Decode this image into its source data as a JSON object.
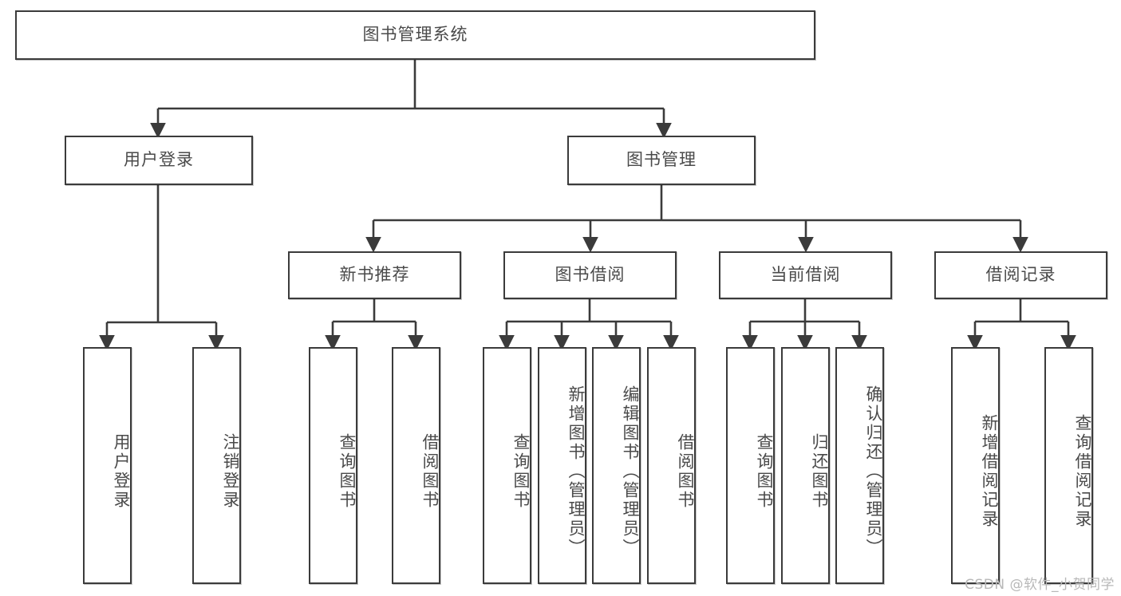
{
  "diagram": {
    "title": "图书管理系统",
    "type": "hierarchy-tree",
    "watermark": "CSDN @软件_小贺同学",
    "colors": {
      "box_border": "#3b3b3b",
      "box_fill": "#ffffff",
      "text": "#4a4a4a",
      "connector": "#3b3b3b",
      "watermark": "#b8b8b8"
    },
    "levels": [
      {
        "level": 1,
        "nodes": [
          {
            "id": "root",
            "label": "图书管理系统",
            "orientation": "horizontal"
          }
        ]
      },
      {
        "level": 2,
        "nodes": [
          {
            "id": "login",
            "label": "用户登录",
            "orientation": "horizontal",
            "parent": "root"
          },
          {
            "id": "bookmgmt",
            "label": "图书管理",
            "orientation": "horizontal",
            "parent": "root"
          }
        ]
      },
      {
        "level": 3,
        "nodes": [
          {
            "id": "newbook",
            "label": "新书推荐",
            "orientation": "horizontal",
            "parent": "bookmgmt"
          },
          {
            "id": "borrow",
            "label": "图书借阅",
            "orientation": "horizontal",
            "parent": "bookmgmt"
          },
          {
            "id": "current",
            "label": "当前借阅",
            "orientation": "horizontal",
            "parent": "bookmgmt"
          },
          {
            "id": "records",
            "label": "借阅记录",
            "orientation": "horizontal",
            "parent": "bookmgmt"
          }
        ]
      },
      {
        "level": 4,
        "nodes": [
          {
            "id": "leaf1",
            "label": "用户登录",
            "orientation": "vertical",
            "parent": "login"
          },
          {
            "id": "leaf2",
            "label": "注销登录",
            "orientation": "vertical",
            "parent": "login"
          },
          {
            "id": "leaf3",
            "label": "查询图书",
            "orientation": "vertical",
            "parent": "newbook"
          },
          {
            "id": "leaf4",
            "label": "借阅图书",
            "orientation": "vertical",
            "parent": "newbook"
          },
          {
            "id": "leaf5",
            "label": "查询图书",
            "orientation": "vertical",
            "parent": "borrow"
          },
          {
            "id": "leaf6",
            "label": "新增图书（管理员）",
            "orientation": "vertical",
            "parent": "borrow"
          },
          {
            "id": "leaf7",
            "label": "编辑图书（管理员）",
            "orientation": "vertical",
            "parent": "borrow"
          },
          {
            "id": "leaf8",
            "label": "借阅图书",
            "orientation": "vertical",
            "parent": "borrow"
          },
          {
            "id": "leaf9",
            "label": "查询图书",
            "orientation": "vertical",
            "parent": "current"
          },
          {
            "id": "leaf10",
            "label": "归还图书",
            "orientation": "vertical",
            "parent": "current"
          },
          {
            "id": "leaf11",
            "label": "确认归还（管理员）",
            "orientation": "vertical",
            "parent": "current"
          },
          {
            "id": "leaf12",
            "label": "新增借阅记录",
            "orientation": "vertical",
            "parent": "records"
          },
          {
            "id": "leaf13",
            "label": "查询借阅记录",
            "orientation": "vertical",
            "parent": "records"
          }
        ]
      }
    ]
  }
}
